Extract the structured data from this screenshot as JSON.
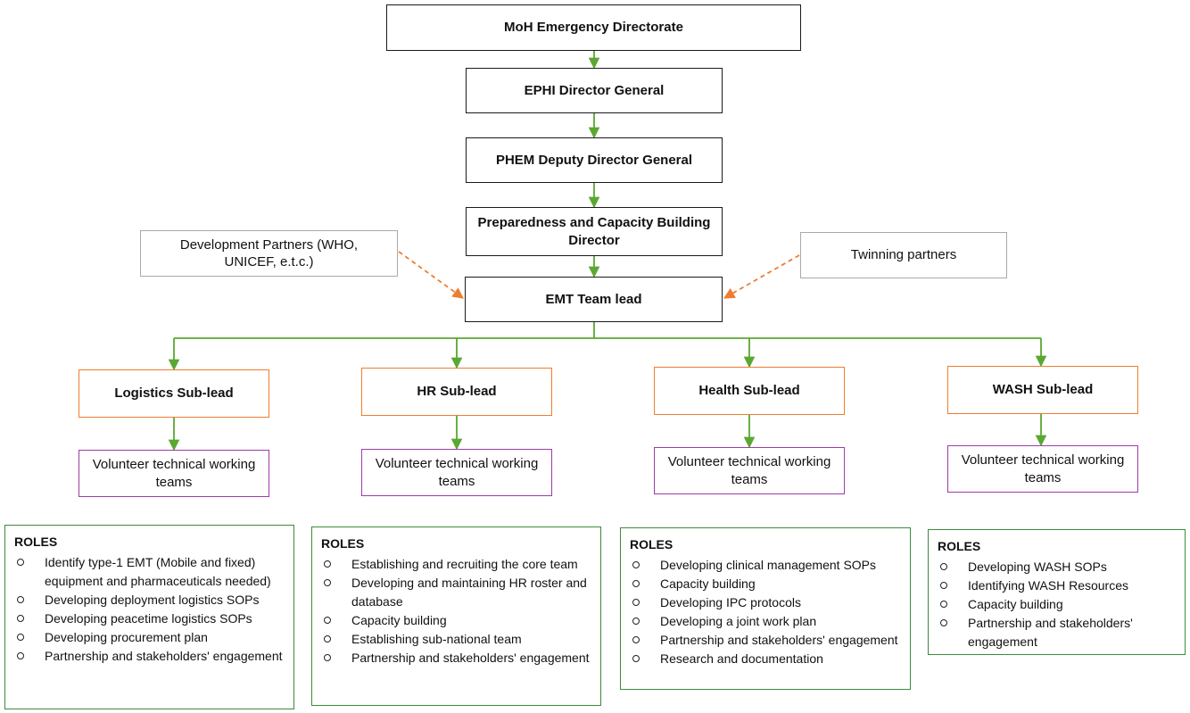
{
  "nodes": {
    "moh": "MoH Emergency Directorate",
    "ephi": "EPHI Director General",
    "phem": "PHEM Deputy Director General",
    "prep": "Preparedness and Capacity Building Director",
    "dev_partners": "Development Partners (WHO, UNICEF, e.t.c.)",
    "twinning": "Twinning partners",
    "emt": "EMT Team lead"
  },
  "subleads": [
    {
      "label": "Logistics Sub-lead",
      "team": "Volunteer technical working teams"
    },
    {
      "label": "HR Sub-lead",
      "team": "Volunteer technical working teams"
    },
    {
      "label": "Health Sub-lead",
      "team": "Volunteer technical working teams"
    },
    {
      "label": "WASH Sub-lead",
      "team": "Volunteer technical working teams"
    }
  ],
  "roles": [
    {
      "title": "ROLES",
      "items": [
        "Identify type-1 EMT (Mobile and fixed) equipment and pharmaceuticals needed)",
        "Developing deployment logistics SOPs",
        "Developing peacetime logistics SOPs",
        "Developing procurement plan",
        "Partnership and stakeholders' engagement"
      ]
    },
    {
      "title": "ROLES",
      "items": [
        "Establishing and recruiting the core team",
        "Developing and maintaining HR roster and database",
        "Capacity building",
        "Establishing sub-national team",
        "Partnership and stakeholders' engagement"
      ]
    },
    {
      "title": "ROLES",
      "items": [
        "Developing clinical management SOPs",
        "Capacity building",
        "Developing IPC protocols",
        "Developing a joint work plan",
        "Partnership and stakeholders' engagement",
        "Research and documentation"
      ]
    },
    {
      "title": "ROLES",
      "items": [
        "Developing WASH SOPs",
        "Identifying WASH Resources",
        "Capacity building",
        "Partnership and stakeholders' engagement"
      ]
    }
  ],
  "colors": {
    "main_border": "#1a1a1a",
    "partner_border": "#a9a9a9",
    "sublead_border": "#ed7d31",
    "team_border": "#a03aa8",
    "roles_border": "#3c8a3c",
    "arrow_green": "#5aa832",
    "arrow_orange_dashed": "#ed7d31"
  }
}
